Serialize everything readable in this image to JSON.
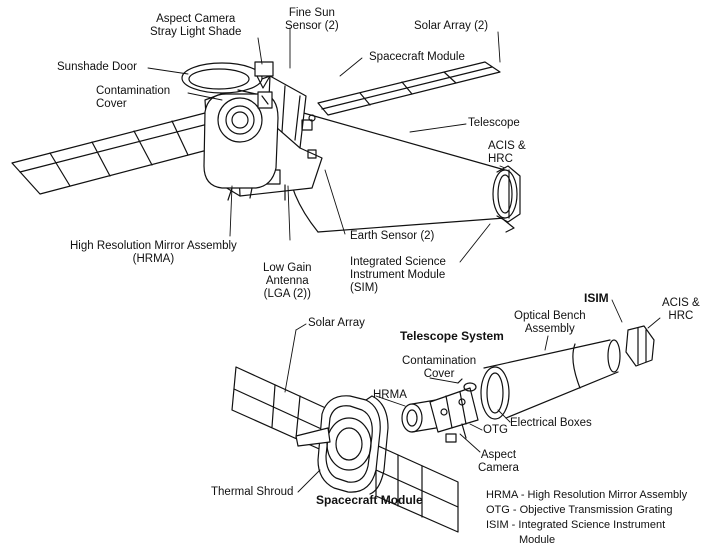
{
  "upper": {
    "aspect_camera": [
      "Aspect Camera",
      "Stray Light Shade"
    ],
    "fine_sun_sensor": [
      "Fine Sun",
      "Sensor (2)"
    ],
    "solar_array": "Solar Array (2)",
    "spacecraft_module": "Spacecraft Module",
    "sunshade_door": "Sunshade Door",
    "contamination_cover": [
      "Contamination",
      "Cover"
    ],
    "telescope": "Telescope",
    "acis_hrc": [
      "ACIS &",
      "HRC"
    ],
    "hrma": [
      "High Resolution Mirror Assembly",
      "(HRMA)"
    ],
    "earth_sensor": "Earth Sensor (2)",
    "low_gain_antenna": [
      "Low Gain",
      "Antenna",
      "(LGA (2))"
    ],
    "sim": [
      "Integrated Science",
      "Instrument Module",
      "(SIM)"
    ]
  },
  "lower": {
    "solar_array": "Solar Array",
    "isim": "ISIM",
    "acis_hrc": [
      "ACIS &",
      "HRC"
    ],
    "optical_bench": [
      "Optical Bench",
      "Assembly"
    ],
    "telescope_system": "Telescope System",
    "contamination_cover": [
      "Contamination",
      "Cover"
    ],
    "hrma": "HRMA",
    "electrical_boxes": "Electrical Boxes",
    "otg": "OTG",
    "aspect_camera": [
      "Aspect",
      "Camera"
    ],
    "thermal_shroud": "Thermal Shroud",
    "spacecraft_module": "Spacecraft Module"
  },
  "legend": {
    "hrma": "HRMA - High Resolution Mirror Assembly",
    "otg": "OTG - Objective Transmission Grating",
    "isim": "ISIM - Integrated Science Instrument",
    "isim_cont": "Module"
  }
}
